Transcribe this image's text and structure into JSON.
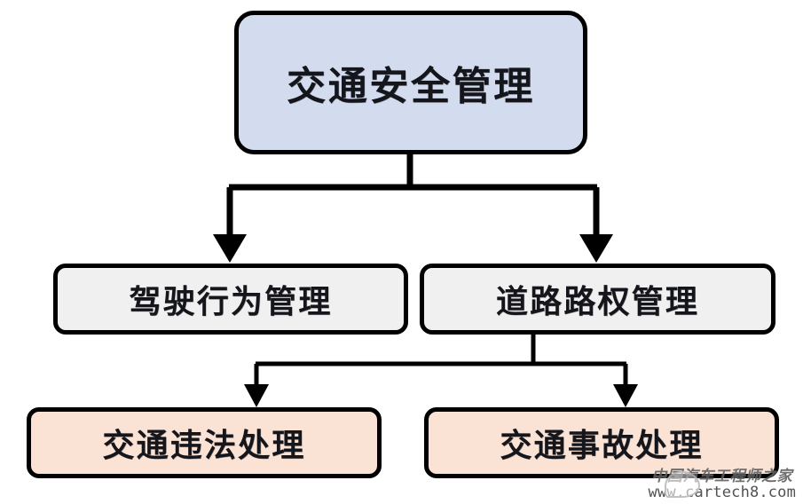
{
  "diagram": {
    "type": "hierarchy-flowchart",
    "title_node": "交通安全管理",
    "nodes": [
      {
        "id": "root",
        "label": "交通安全管理",
        "level": 0,
        "fill": "#d3dcee",
        "border": "#000000"
      },
      {
        "id": "driving",
        "label": "驾驶行为管理",
        "level": 1,
        "fill": "#f0f0f0",
        "border": "#000000"
      },
      {
        "id": "roadright",
        "label": "道路路权管理",
        "level": 1,
        "fill": "#f0f0f0",
        "border": "#000000"
      },
      {
        "id": "violation",
        "label": "交通违法处理",
        "level": 2,
        "fill": "#fae2d4",
        "border": "#000000"
      },
      {
        "id": "accident",
        "label": "交通事故处理",
        "level": 2,
        "fill": "#fae2d4",
        "border": "#000000"
      }
    ],
    "edges": [
      {
        "from": "root",
        "to": "driving",
        "style": "elbow-arrow"
      },
      {
        "from": "root",
        "to": "roadright",
        "style": "elbow-arrow"
      },
      {
        "from": "roadright",
        "to": "violation",
        "style": "elbow-arrow"
      },
      {
        "from": "roadright",
        "to": "accident",
        "style": "elbow-arrow"
      }
    ],
    "line_color": "#000000"
  },
  "watermark": {
    "chinese": "中国汽车工程师之家",
    "url": "www.cartech8.com"
  }
}
